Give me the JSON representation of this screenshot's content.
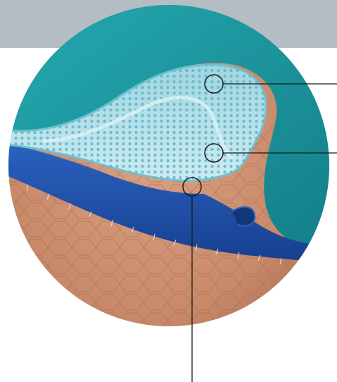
{
  "illustration": {
    "subject": "layered-dressing-cross-section",
    "layers": [
      "outer-film",
      "perforated-contact-layer",
      "absorbent-core"
    ],
    "callout_count": 3
  },
  "colors": {
    "band": "#b4bdc3",
    "outer_film": "#1f9ea6",
    "outer_film_dark": "#137e89",
    "contact_layer": "#7ec9d6",
    "contact_layer_light": "#b9e3ec",
    "absorbent_core": "#1f4fa8",
    "skin": "#c98a6a",
    "skin_dark": "#b0735a",
    "leader_line": "#1a1a1a"
  }
}
